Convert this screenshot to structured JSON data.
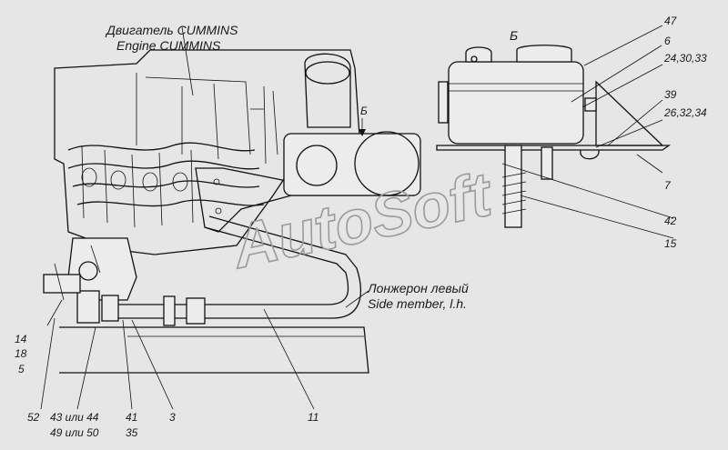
{
  "captions": {
    "engine_ru": "Двигатель CUMMINS",
    "engine_en": "Engine CUMMINS",
    "member_ru": "Лонжерон левый",
    "member_en": "Side member, l.h.",
    "view_b": "Б",
    "view_b_arrow": "Б"
  },
  "callouts": {
    "c47": "47",
    "c6": "6",
    "c24": "24,30,33",
    "c39": "39",
    "c26": "26,32,34",
    "c7": "7",
    "c42": "42",
    "c15": "15",
    "c14": "14",
    "c18": "18",
    "c5": "5",
    "c52": "52",
    "c43": "43 или 44",
    "c49": "49 или 50",
    "c41": "41",
    "c35": "35",
    "c3": "3",
    "c11": "11"
  },
  "watermark": "AutoSoft"
}
